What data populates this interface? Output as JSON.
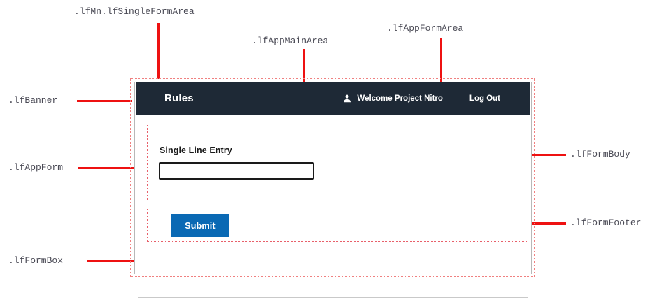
{
  "annotations": {
    "top": [
      {
        "id": "lfmn-single-form-area",
        "label": ".lfMn.lfSingleFormArea"
      },
      {
        "id": "lfappmainarea",
        "label": ".lfAppMainArea"
      },
      {
        "id": "lfappformarea",
        "label": ".lfAppFormArea"
      }
    ],
    "left": [
      {
        "id": "lfbanner",
        "label": ".lfBanner"
      },
      {
        "id": "lfappform",
        "label": ".lfAppForm"
      },
      {
        "id": "lfformbox",
        "label": ".lfFormBox"
      }
    ],
    "right": [
      {
        "id": "lfformbody",
        "label": ".lfFormBody"
      },
      {
        "id": "lfformfooter",
        "label": ".lfFormFooter"
      }
    ]
  },
  "app": {
    "banner": {
      "title": "Rules",
      "user_icon": "user-icon",
      "welcome": "Welcome Project Nitro",
      "logout": "Log Out",
      "background_color": "#1e2936",
      "text_color": "#ffffff"
    },
    "form": {
      "body": {
        "field_label": "Single Line Entry",
        "input_value": "",
        "input_placeholder": ""
      },
      "footer": {
        "submit_label": "Submit",
        "submit_color": "#0a69b4"
      }
    }
  },
  "colors": {
    "annotation_line": "#ee1111",
    "region_dotted": "#f08080",
    "label_text": "#4a4a55",
    "page_background": "#ffffff"
  }
}
